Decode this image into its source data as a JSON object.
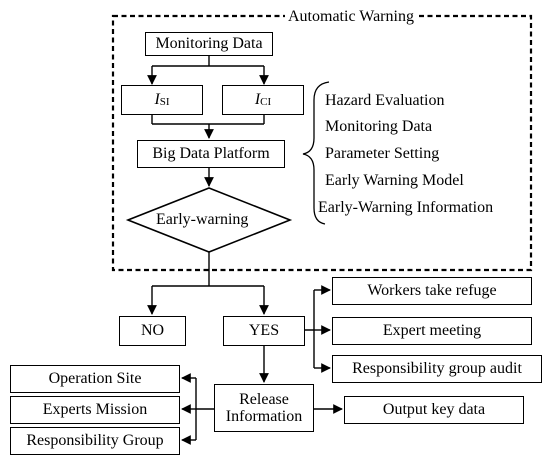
{
  "frame": {
    "title": "Automatic Warning"
  },
  "nodes": {
    "monitoring_data": "Monitoring Data",
    "isi": {
      "symbol": "I",
      "subscript": "SI"
    },
    "ici": {
      "symbol": "I",
      "subscript": "CI"
    },
    "big_data_platform": "Big Data Platform",
    "early_warning": "Early-warning",
    "no": "NO",
    "yes": "YES",
    "release_line1": "Release",
    "release_line2": "Information",
    "output_key_data": "Output key data"
  },
  "platform_components": [
    "Hazard Evaluation",
    "Monitoring Data",
    "Parameter Setting",
    "Early Warning Model",
    "Early-Warning Information"
  ],
  "yes_actions": [
    "Workers take refuge",
    "Expert meeting",
    "Responsibility group audit"
  ],
  "release_targets": [
    "Operation Site",
    "Experts Mission",
    "Responsibility Group"
  ]
}
